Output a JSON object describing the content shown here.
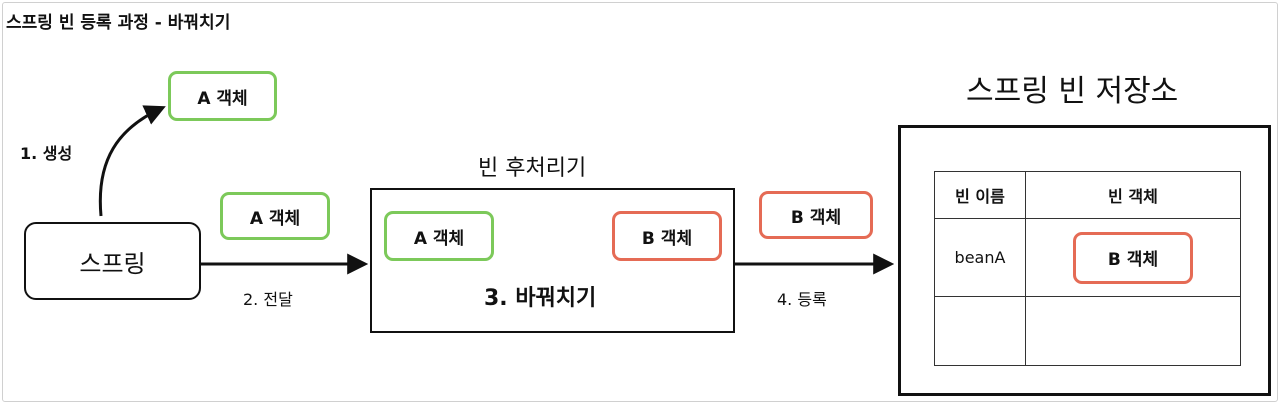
{
  "title": "스프링 빈 등록 과정 - 바꿔치기",
  "spring_label": "스프링",
  "step1_label": "1. 생성",
  "created_object_label": "A 객체",
  "passed_object_label": "A 객체",
  "step2_label": "2. 전달",
  "post_processor": {
    "title": "빈 후처리기",
    "input_object_label": "A 객체",
    "output_object_label": "B 객체",
    "step_label": "3. 바꿔치기"
  },
  "registered_object_label": "B 객체",
  "step4_label": "4. 등록",
  "storage": {
    "title": "스프링 빈 저장소",
    "columns": [
      "빈 이름",
      "빈 객체"
    ],
    "rows": [
      {
        "name": "beanA",
        "object": "B 객체"
      },
      {
        "name": "",
        "object": ""
      }
    ]
  },
  "colors": {
    "green_border": "#7cc95a",
    "red_border": "#e56b55",
    "line": "#111111"
  }
}
